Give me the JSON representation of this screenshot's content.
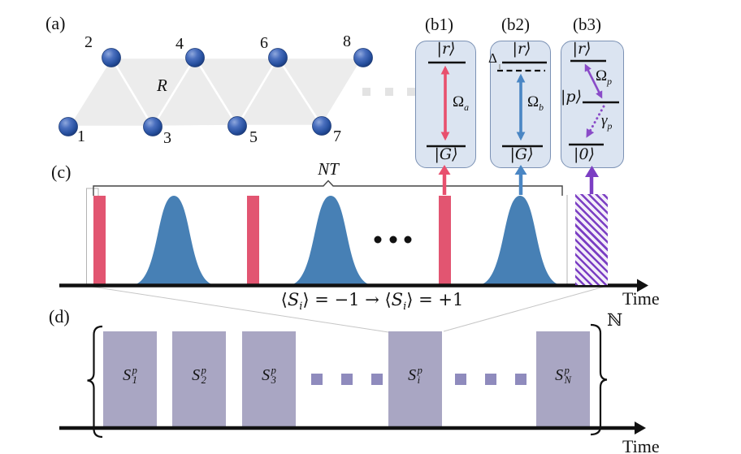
{
  "figure": {
    "panel_a": {
      "label": "(a)",
      "bond_label": "R",
      "site_numbers": [
        "1",
        "2",
        "3",
        "4",
        "5",
        "6",
        "7",
        "8"
      ]
    },
    "panel_b1": {
      "label": "(b1)",
      "top_state": "|r⟩",
      "bottom_state": "|G⟩",
      "coupling_base": "Ω",
      "coupling_sub": "a"
    },
    "panel_b2": {
      "label": "(b2)",
      "top_state": "|r⟩",
      "bottom_state": "|G⟩",
      "detuning_label": "Δ",
      "coupling_base": "Ω",
      "coupling_sub": "b"
    },
    "panel_b3": {
      "label": "(b3)",
      "top_state": "|r⟩",
      "middle_state": "|p⟩",
      "bottom_state": "|0⟩",
      "coupling_base": "Ω",
      "coupling_sub": "p",
      "decay_base": "γ",
      "decay_sub": "p"
    },
    "panel_c": {
      "label": "(c)",
      "duration_label": "NT",
      "spin_lbra": "⟨",
      "spin_base": "S",
      "spin_sub": "i",
      "spin_mid": "⟩ = −1 → ⟨",
      "spin_post": "⟩ = +1",
      "time_label": "Time"
    },
    "panel_d": {
      "label": "(d)",
      "blocks": [
        {
          "base": "S",
          "sup": "p",
          "sub": "1"
        },
        {
          "base": "S",
          "sup": "p",
          "sub": "2"
        },
        {
          "base": "S",
          "sup": "p",
          "sub": "3"
        },
        {
          "base": "S",
          "sup": "p",
          "sub": "i"
        },
        {
          "base": "S",
          "sup": "p",
          "sub": "N"
        }
      ],
      "repeat_label": "ℕ",
      "time_label": "Time"
    },
    "colors": {
      "pi_pulse_red": "#e25571",
      "gaussian_blue": "#4780b5",
      "pump_purple": "#7b3ec3",
      "panel_fill": "#dbe4f1",
      "panel_border": "#7c92b5",
      "block_gray_purple": "#a9a6c3",
      "block_dot_purple": "#8f8bbd",
      "atom_blue": "#2f5fae",
      "lattice_gray": "#ececec"
    }
  }
}
